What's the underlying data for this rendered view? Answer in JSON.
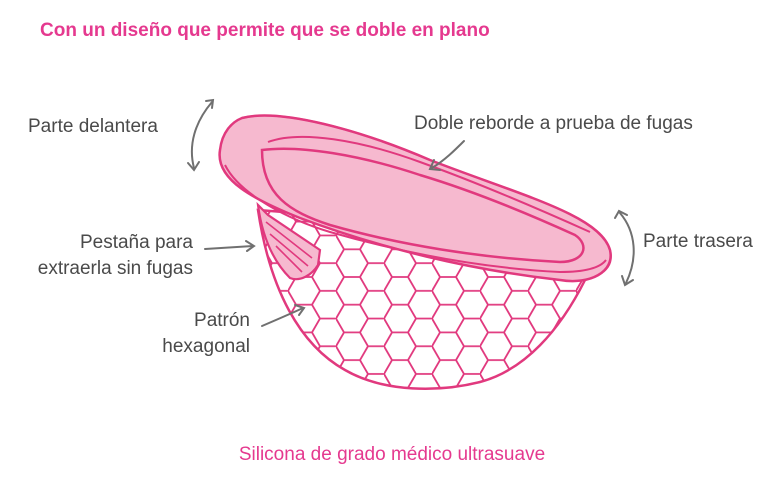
{
  "title": "Con un diseño que permite que se doble en plano",
  "labels": {
    "front": "Parte delantera",
    "rim": "Doble reborde a prueba de fugas",
    "back": "Parte trasera",
    "tab_line1": "Pestaña para",
    "tab_line2": "extraerla sin fugas",
    "hex_line1": "Patrón",
    "hex_line2": "hexagonal"
  },
  "footer": "Silicona de grado médico ultrasuave",
  "colors": {
    "accent": "#e5398f",
    "rim_fill": "#f6b9cf",
    "rim_stroke": "#e1397e",
    "text": "#4a4a4a",
    "arrow": "#707070"
  }
}
